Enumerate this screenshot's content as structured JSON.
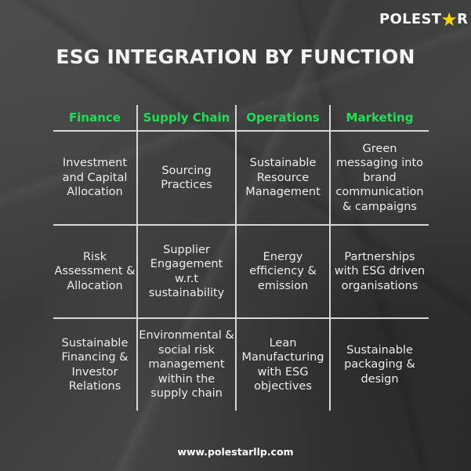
{
  "brand": {
    "logo_prefix": "POLEST",
    "logo_star": "★",
    "logo_suffix": "R",
    "star_color": "#f5d10f"
  },
  "title": "ESG INTEGRATION BY FUNCTION",
  "accent_color": "#22dd55",
  "table": {
    "headers": [
      "Finance",
      "Supply Chain",
      "Operations",
      "Marketing"
    ],
    "rows": [
      [
        "Investment and Capital Allocation",
        "Sourcing Practices",
        "Sustainable Resource Management",
        "Green messaging into brand communication & campaigns"
      ],
      [
        "Risk Assessment & Allocation",
        "Supplier Engagement w.r.t sustainability",
        "Energy efficiency & emission",
        "Partnerships with ESG driven organisations"
      ],
      [
        "Sustainable Financing & Investor Relations",
        "Environmental & social risk management within the supply chain",
        "Lean Manufacturing with ESG objectives",
        "Sustainable packaging & design"
      ]
    ]
  },
  "footer": {
    "url": "www.polestarllp.com"
  }
}
